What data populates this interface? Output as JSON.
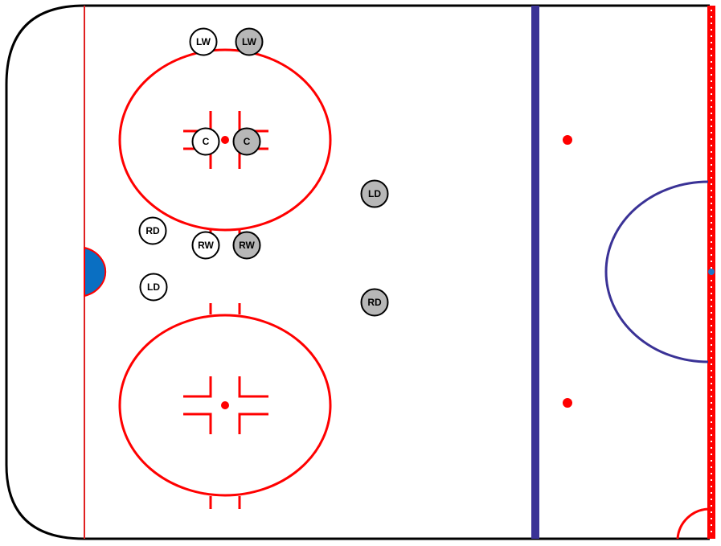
{
  "colors": {
    "boards": "#000000",
    "red_line": "#ff0000",
    "blue_line": "#3a3296",
    "crease": "#0a6fc2",
    "ice": "#ffffff",
    "team_white": "#ffffff",
    "team_gray": "#b7b7b7"
  },
  "players": {
    "white_lw": "LW",
    "white_c": "C",
    "white_rw": "RW",
    "white_rd": "RD",
    "white_ld": "LD",
    "gray_lw": "LW",
    "gray_c": "C",
    "gray_rw": "RW",
    "gray_ld": "LD",
    "gray_rd": "RD"
  }
}
